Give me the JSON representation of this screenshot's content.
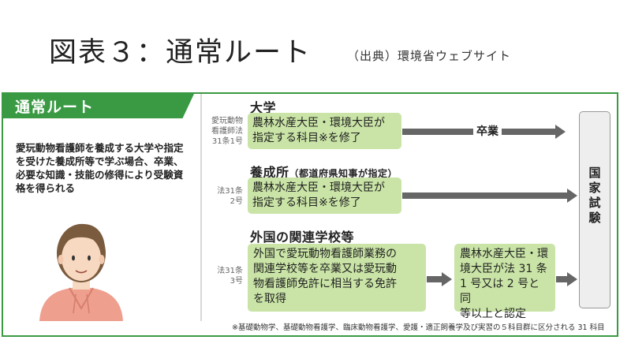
{
  "title": "図表３：通常ルート",
  "source": "（出典）環境省ウェブサイト",
  "panel": {
    "tab_label": "通常ルート",
    "description": "愛玩動物看護師を養成する大学や指定を受けた養成所等で学ぶ場合、卒業、必要な知識・技能の修得により受験資格を得られる"
  },
  "routes": {
    "university": {
      "law_lines": [
        "愛玩動物",
        "看護師法",
        "31条1号"
      ],
      "heading": "大学",
      "box_lines": [
        "農林水産大臣・環境大臣が",
        "指定する科目※を修了"
      ],
      "graduation": "卒業"
    },
    "school": {
      "law_lines": [
        "法31条",
        "2号"
      ],
      "heading": "養成所",
      "heading_sub": "（都道府県知事が指定）",
      "box_lines": [
        "農林水産大臣・環境大臣が",
        "指定する科目※を修了"
      ]
    },
    "foreign": {
      "law_lines": [
        "法31条",
        "3号"
      ],
      "heading": "外国の関連学校等",
      "box_lines": [
        "外国で愛玩動物看護師業務の",
        "関連学校等を卒業又は愛玩動",
        "物看護師免許に相当する免許",
        "を取得"
      ],
      "approval_lines": [
        "農林水産大臣・環",
        "境大臣が法 31 条",
        "1 号又は 2 号と同",
        "等以上と認定"
      ]
    }
  },
  "exam_label": [
    "国",
    "家",
    "試",
    "験"
  ],
  "footnote": "※基礎動物学、基礎動物看護学、臨床動物看護学、愛護・適正飼養学及び実習の５科目群に区分される 31 科目",
  "colors": {
    "accent_green": "#3a9a44",
    "box_green": "#c9e4a6",
    "arrow_gray": "#666666",
    "hoodie_pink": "#ef9f8e"
  },
  "icons": [
    "person-illustration"
  ]
}
